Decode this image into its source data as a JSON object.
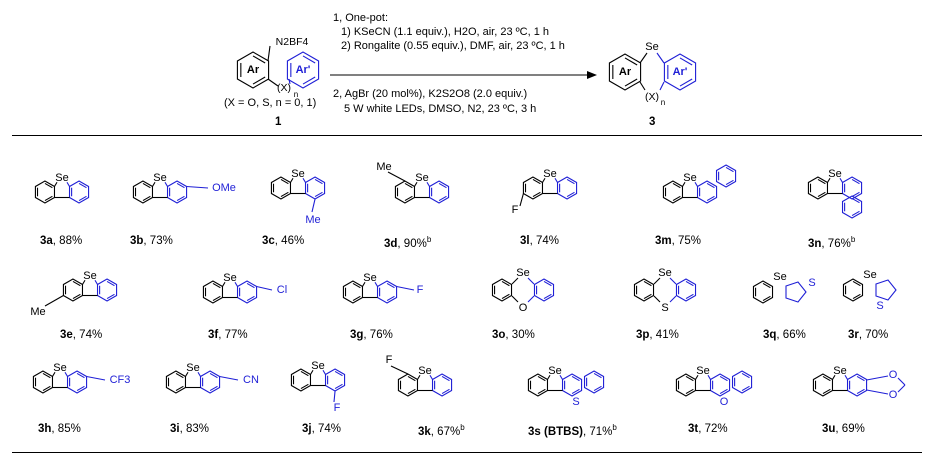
{
  "scheme": {
    "reactant_number": "1",
    "reactant_scope": "(X = O, S, n = 0, 1)",
    "product_number": "3",
    "conditions": [
      "1, One-pot:",
      "1) KSeCN (1.1 equiv.), H2O, air, 23 ºC, 1 h",
      "2) Rongalite (0.55 equiv.), DMF, air, 23 ºC, 1 h",
      "2, AgBr (20 mol%), K2S2O8 (2.0 equiv.)",
      "5 W white LEDs, DMSO, N2, 23 ºC, 3 h"
    ],
    "labels": {
      "ar": "Ar",
      "ar_prime": "Ar'",
      "se": "Se",
      "x": "X",
      "n": "n",
      "n2bf4": "N2BF4"
    }
  },
  "compounds": [
    {
      "id": "3a",
      "yield": ", 88%",
      "note": ""
    },
    {
      "id": "3b",
      "yield": ", 73%",
      "note": ""
    },
    {
      "id": "3c",
      "yield": ", 46%",
      "note": ""
    },
    {
      "id": "3d",
      "yield": ", 90%",
      "note": "b"
    },
    {
      "id": "3l",
      "yield": ", 74%",
      "note": ""
    },
    {
      "id": "3m",
      "yield": ", 75%",
      "note": ""
    },
    {
      "id": "3n",
      "yield": ", 76%",
      "note": "b"
    },
    {
      "id": "3e",
      "yield": ", 74%",
      "note": ""
    },
    {
      "id": "3f",
      "yield": ", 77%",
      "note": ""
    },
    {
      "id": "3g",
      "yield": ", 76%",
      "note": ""
    },
    {
      "id": "3o",
      "yield": ", 30%",
      "note": ""
    },
    {
      "id": "3p",
      "yield": ", 41%",
      "note": ""
    },
    {
      "id": "3q",
      "yield": ", 66%",
      "note": ""
    },
    {
      "id": "3r",
      "yield": ", 70%",
      "note": ""
    },
    {
      "id": "3h",
      "yield": ", 85%",
      "note": ""
    },
    {
      "id": "3i",
      "yield": ", 83%",
      "note": ""
    },
    {
      "id": "3j",
      "yield": ", 74%",
      "note": ""
    },
    {
      "id": "3k",
      "yield": ", 67%",
      "note": "b"
    },
    {
      "id": "3s (BTBS)",
      "yield": ", 71%",
      "note": "b"
    },
    {
      "id": "3t",
      "yield": ", 72%",
      "note": ""
    },
    {
      "id": "3u",
      "yield": ", 69%",
      "note": ""
    }
  ],
  "substituents": {
    "ome": "OMe",
    "me": "Me",
    "f": "F",
    "cl": "Cl",
    "cf3": "CF3",
    "cn": "CN",
    "se": "Se",
    "s": "S",
    "o": "O"
  },
  "colors": {
    "ink": "#000000",
    "highlight": "#1f1fd6"
  }
}
